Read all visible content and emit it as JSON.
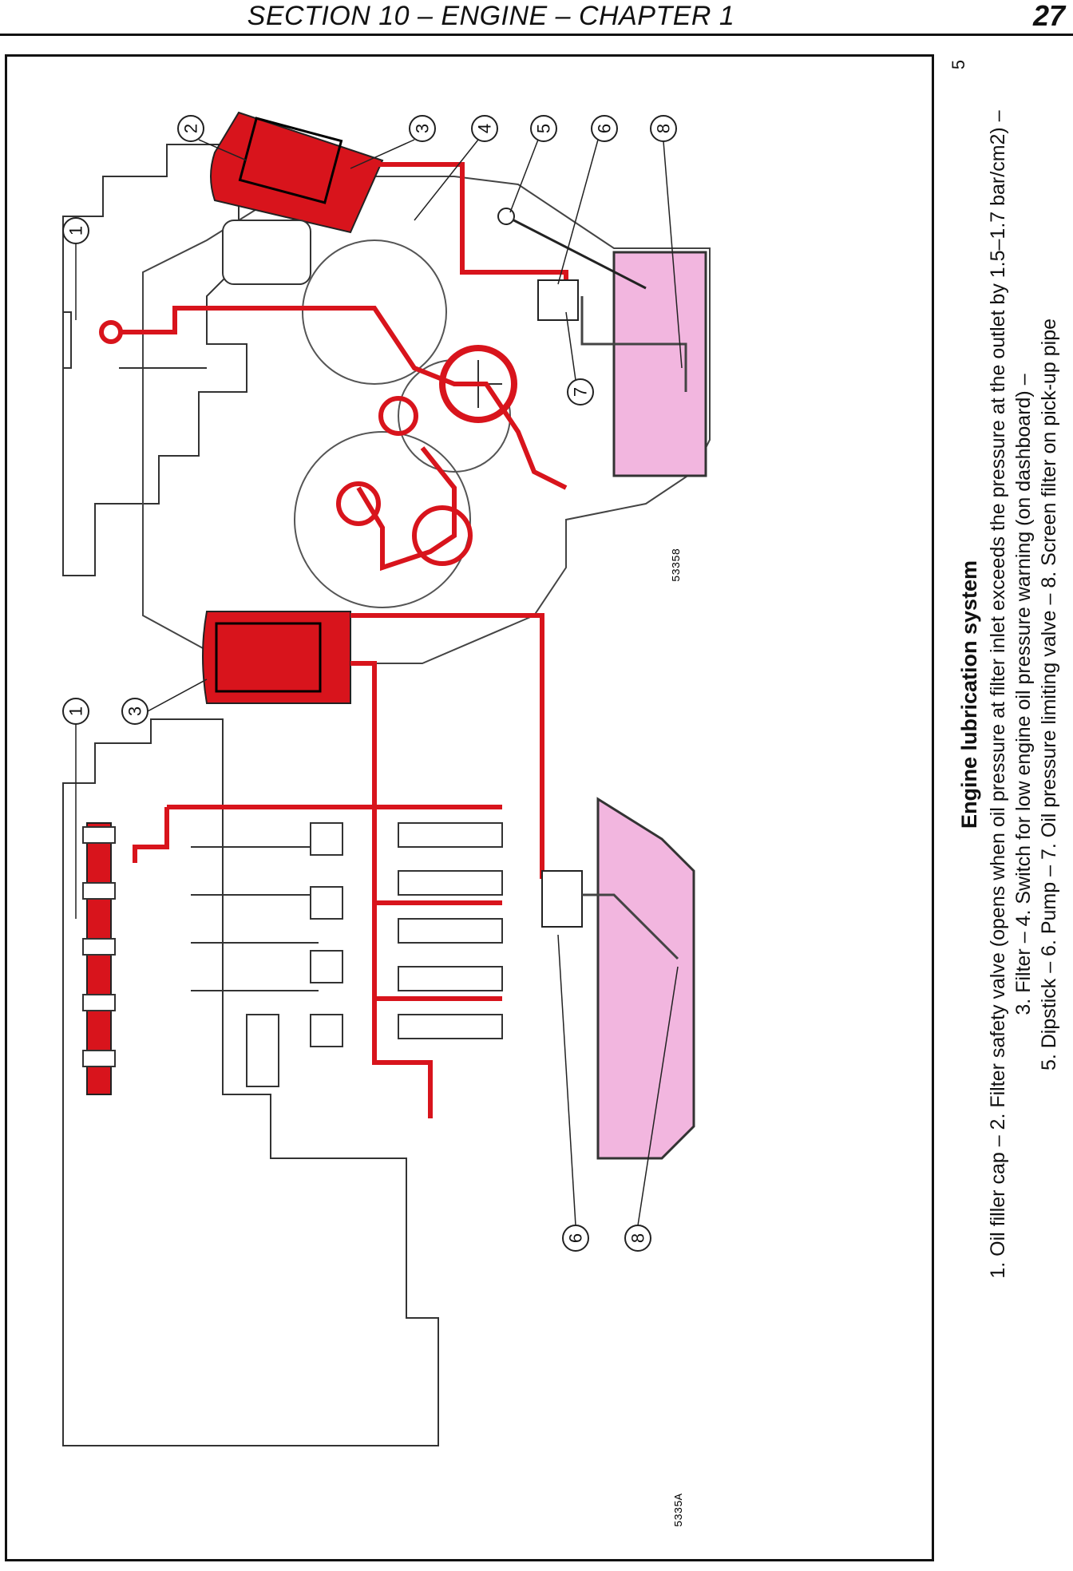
{
  "header": {
    "title": "SECTION 10 – ENGINE – CHAPTER 1",
    "page_number": "27"
  },
  "figure": {
    "number": "5",
    "left_view_code": "53358",
    "right_view_code": "5335A",
    "callouts_top": [
      "1",
      "2",
      "3",
      "4",
      "5",
      "6",
      "8"
    ],
    "callout_7": "7",
    "callouts_bottom": [
      "1",
      "3",
      "6",
      "8"
    ]
  },
  "caption": {
    "title": "Engine lubrication system",
    "line1": "1. Oil filler cap – 2. Filter safety valve (opens when oil pressure at filter inlet exceeds the pressure at the outlet by 1.5–1.7 bar/cm2) –",
    "line2": "3. Filter – 4. Switch for low engine oil pressure warning (on dashboard) –",
    "line3": "5. Dipstick – 6. Pump – 7. Oil pressure limiting valve – 8. Screen filter on pick-up pipe"
  },
  "colors": {
    "oil": "#d8141c",
    "sump": "#f2b6df",
    "line": "#222222"
  }
}
